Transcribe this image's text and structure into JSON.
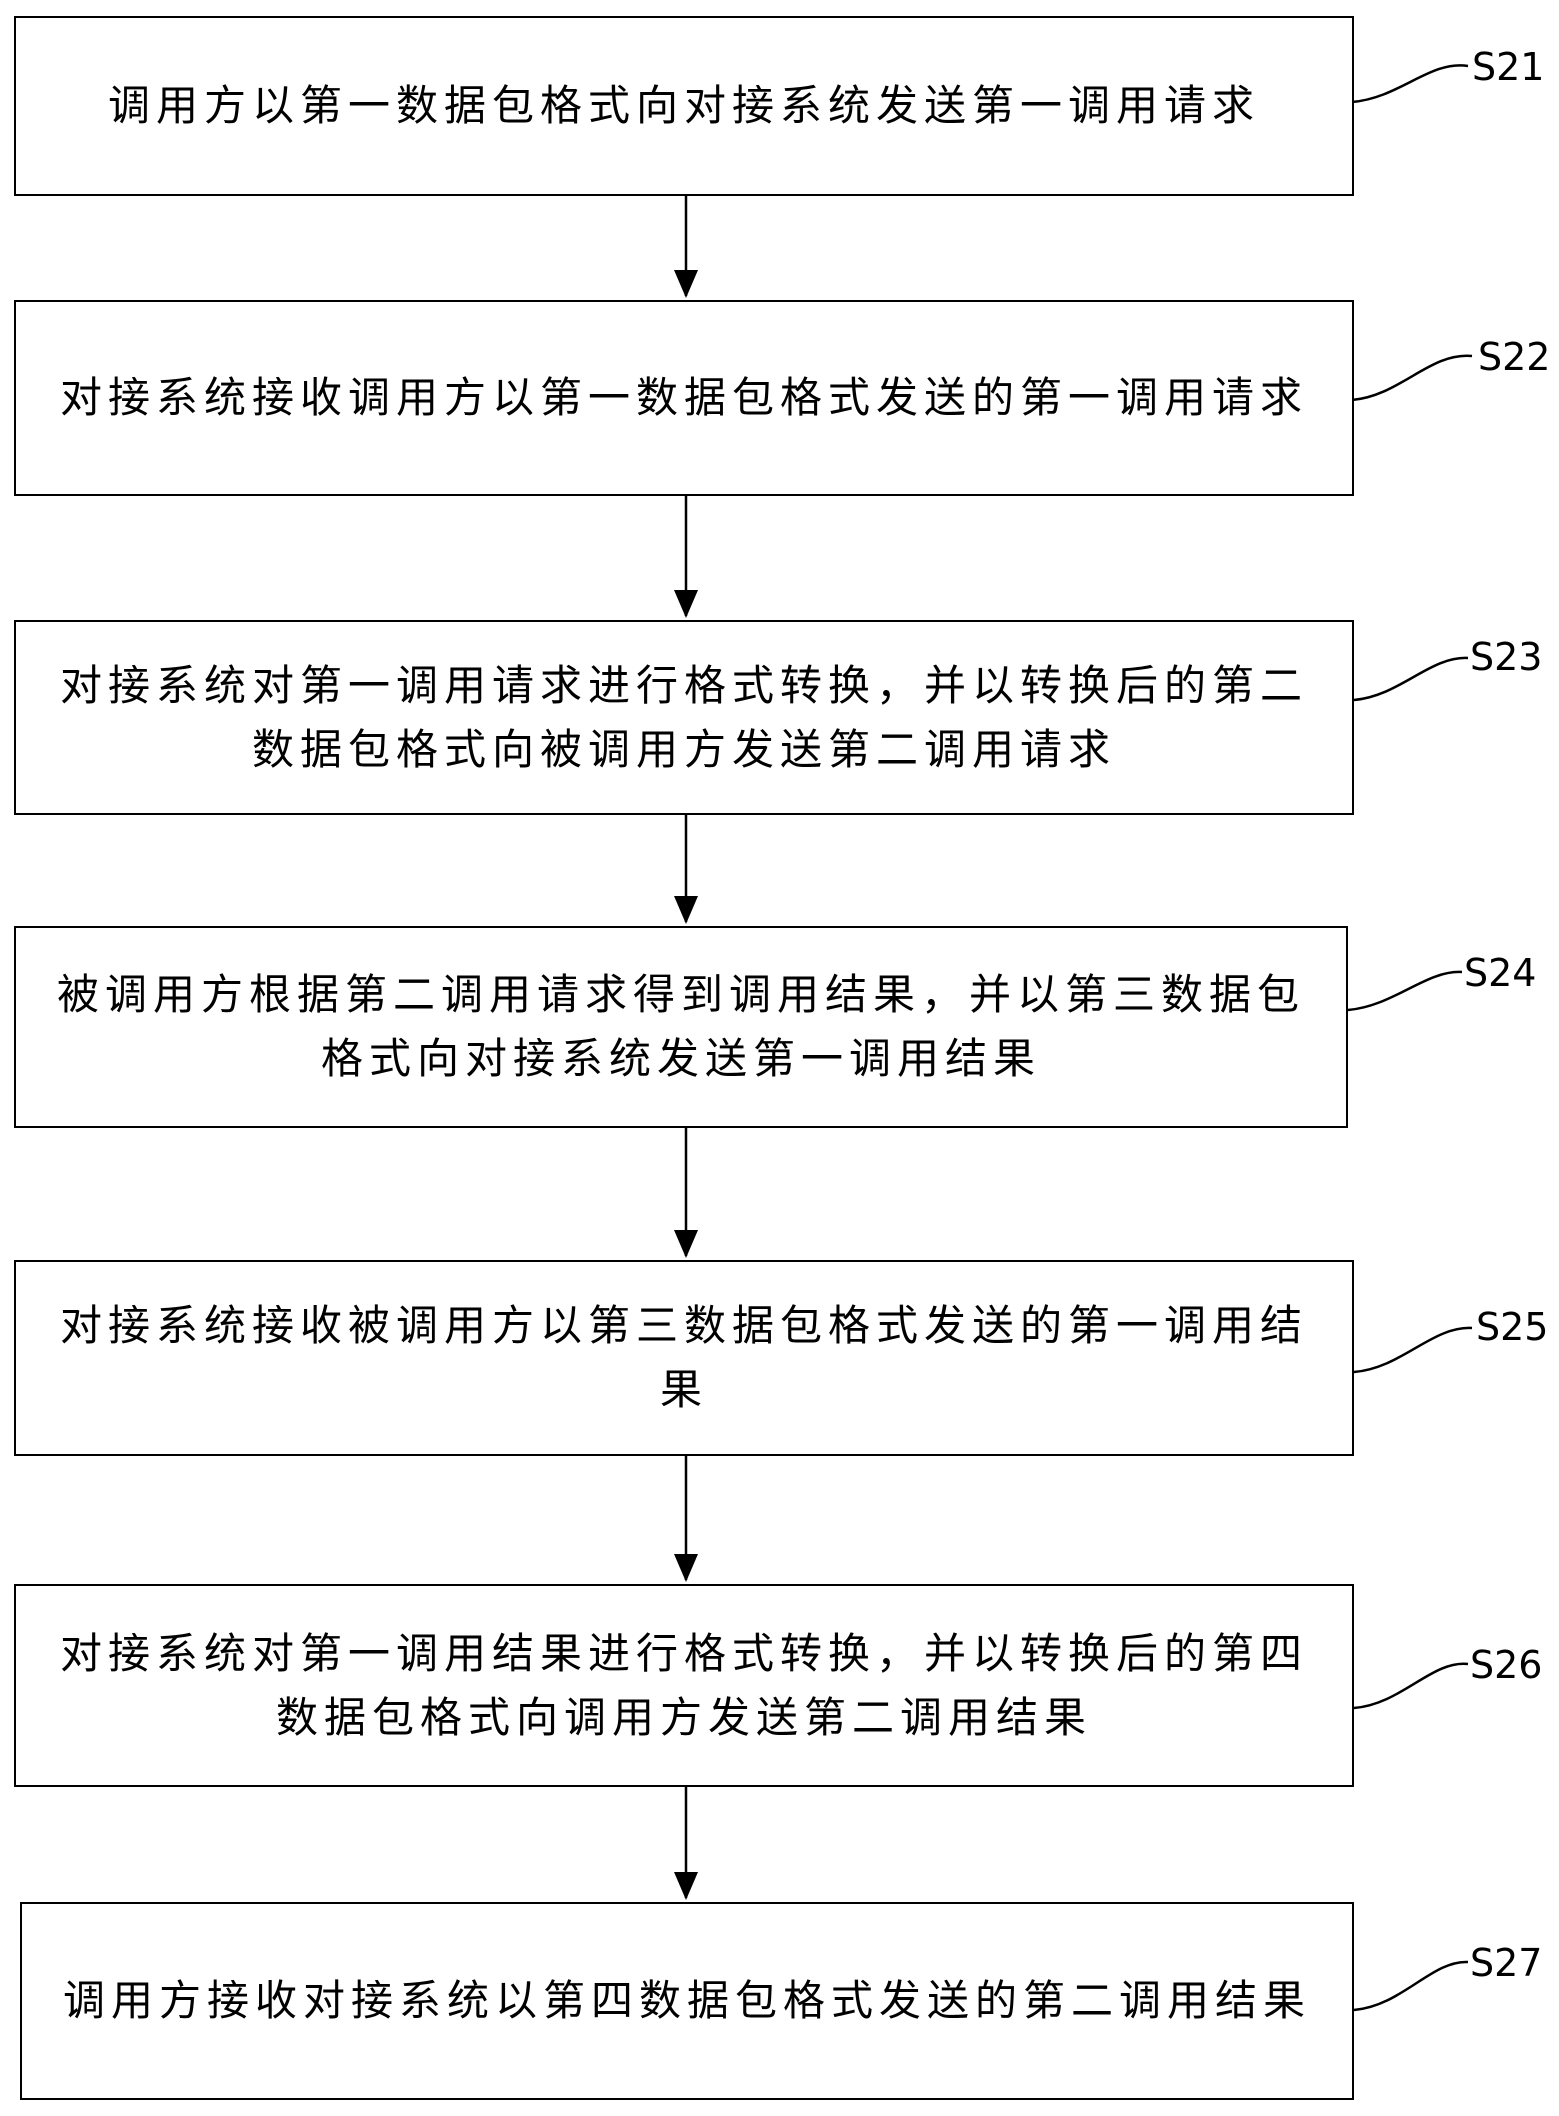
{
  "steps": [
    {
      "id": "S21",
      "text": "调用方以第一数据包格式向对接系统发送第一调用请求"
    },
    {
      "id": "S22",
      "text": "对接系统接收调用方以第一数据包格式发送的第一调用请求"
    },
    {
      "id": "S23",
      "text": "对接系统对第一调用请求进行格式转换，并以转换后的第二数据包格式向被调用方发送第二调用请求"
    },
    {
      "id": "S24",
      "text": "被调用方根据第二调用请求得到调用结果，并以第三数据包格式向对接系统发送第一调用结果"
    },
    {
      "id": "S25",
      "text": "对接系统接收被调用方以第三数据包格式发送的第一调用结果"
    },
    {
      "id": "S26",
      "text": "对接系统对第一调用结果进行格式转换，并以转换后的第四数据包格式向调用方发送第二调用结果"
    },
    {
      "id": "S27",
      "text": "调用方接收对接系统以第四数据包格式发送的第二调用结果"
    }
  ]
}
